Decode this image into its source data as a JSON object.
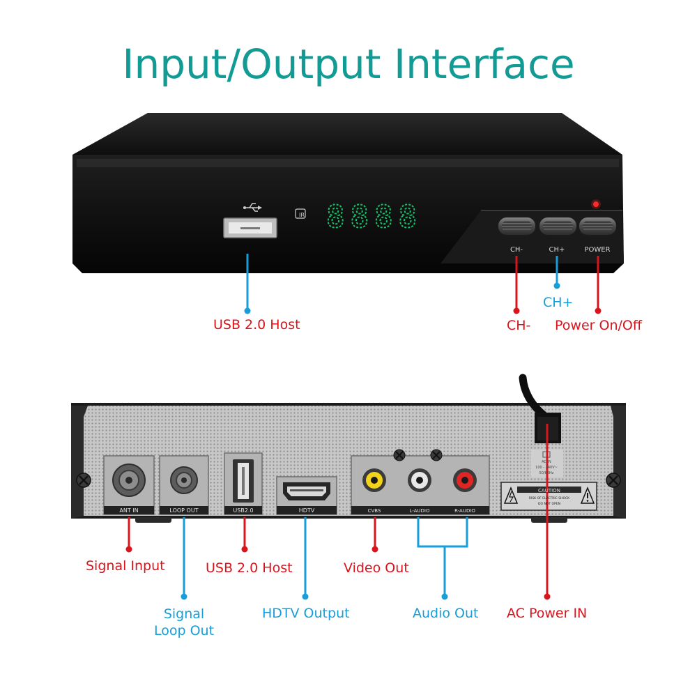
{
  "title": "Input/Output Interface",
  "colors": {
    "title": "#129b94",
    "red_label": "#d8141c",
    "blue_label": "#179ed9",
    "led_digits": "#18c16a",
    "power_led": "#ff2a2a",
    "rca_video": "#f2d21a",
    "rca_left": "#e8e8e8",
    "rca_right": "#e02525"
  },
  "front_panel": {
    "usb_icon": "usb-trident-icon",
    "ir_badge": "IR",
    "display_digits": "8888",
    "buttons": {
      "ch_minus": "CH-",
      "ch_plus": "CH+",
      "power": "POWER"
    }
  },
  "back_panel": {
    "ports": {
      "ant_in": "ANT IN",
      "loop_out": "LOOP OUT",
      "usb": "USB2.0",
      "hdtv": "HDTV",
      "cvbs": "CVBS",
      "l_audio": "L-AUDIO",
      "r_audio": "R-AUDIO"
    },
    "caution_title": "CAUTION",
    "caution_text_1": "RISK OF ELECTRIC SHOCK",
    "caution_text_2": "DO NOT OPEN",
    "ac_text": [
      "AC IN",
      "100 - 240V~",
      "50/60Hz"
    ]
  },
  "callouts": {
    "front": {
      "usb_host": "USB 2.0 Host",
      "ch_minus": "CH-",
      "ch_plus": "CH+",
      "power": "Power On/Off"
    },
    "back": {
      "signal_input": "Signal Input",
      "signal_loop_out_line1": "Signal",
      "signal_loop_out_line2": "Loop Out",
      "usb_host": "USB 2.0 Host",
      "hdtv_output": "HDTV Output",
      "video_out": "Video Out",
      "audio_out": "Audio Out",
      "ac_power_in": "AC Power IN"
    }
  }
}
